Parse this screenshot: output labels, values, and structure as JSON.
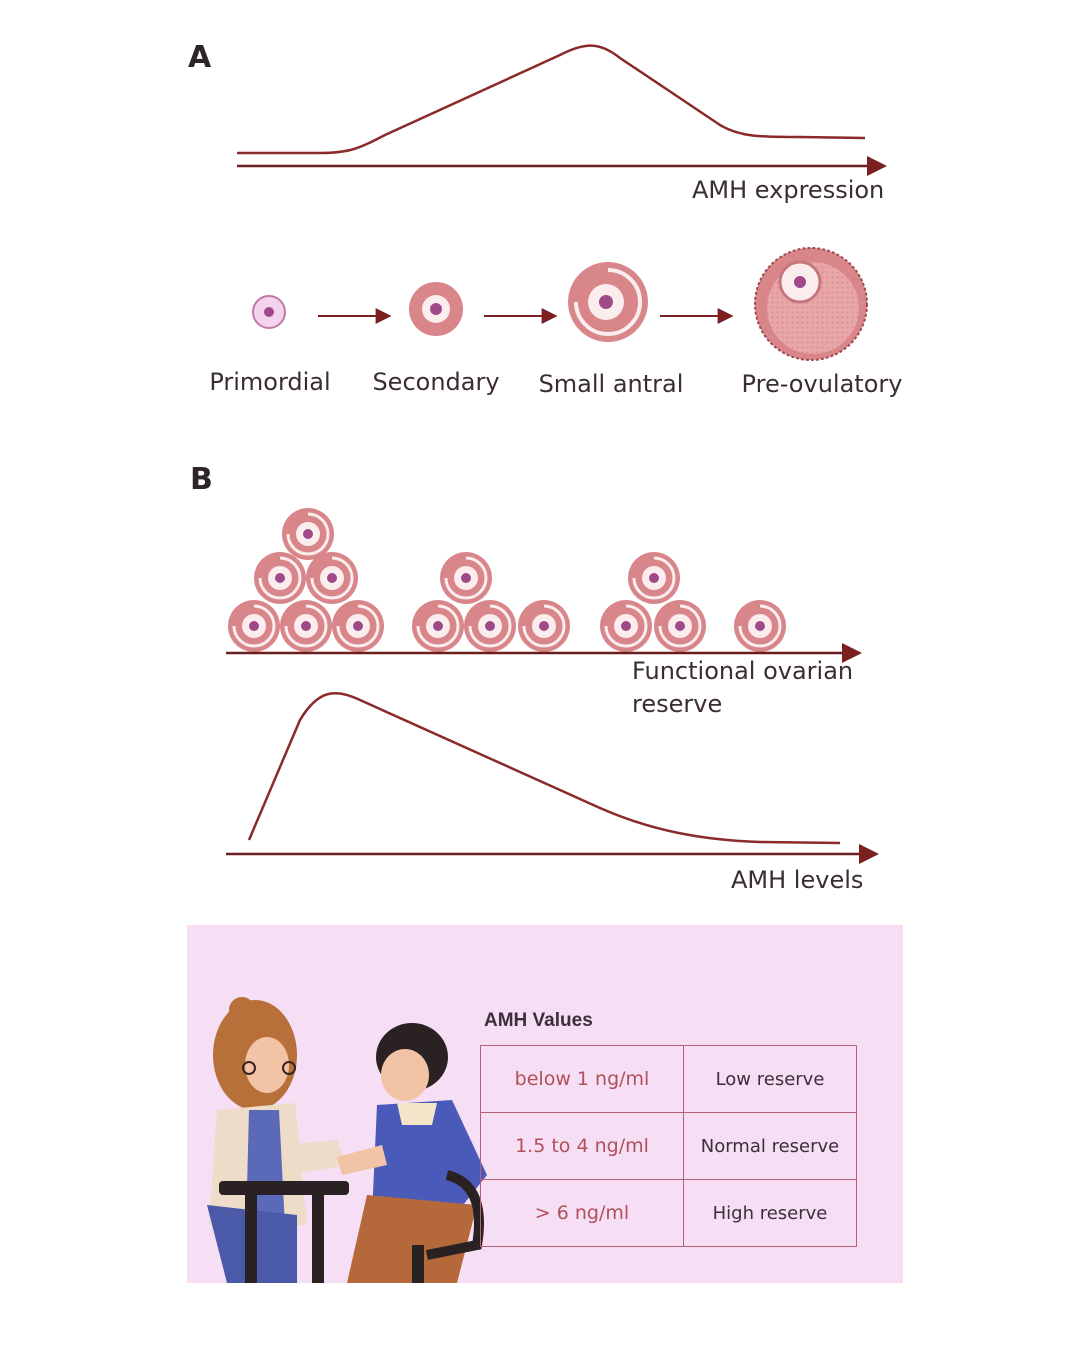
{
  "panel_a": {
    "letter": "A",
    "axis_label": "AMH expression",
    "stages": [
      "Primordial",
      "Secondary",
      "Small antral",
      "Pre-ovulatory"
    ]
  },
  "panel_b": {
    "letter": "B",
    "reserve_label_line1": "Functional ovarian",
    "reserve_label_line2": "reserve",
    "axis_label": "AMH levels"
  },
  "amh_table": {
    "title": "AMH Values",
    "rows": [
      {
        "value": "below 1 ng/ml",
        "meaning": "Low reserve"
      },
      {
        "value": "1.5 to 4 ng/ml",
        "meaning": "Normal reserve"
      },
      {
        "value": "> 6 ng/ml",
        "meaning": "High reserve"
      }
    ]
  },
  "colors": {
    "curve": "#8b2a2a",
    "follicle": "#d9868a",
    "follicle_dark": "#c06a70",
    "nucleus": "#a04a8a",
    "table_bg": "#f6def4",
    "table_border": "#b5617a"
  }
}
